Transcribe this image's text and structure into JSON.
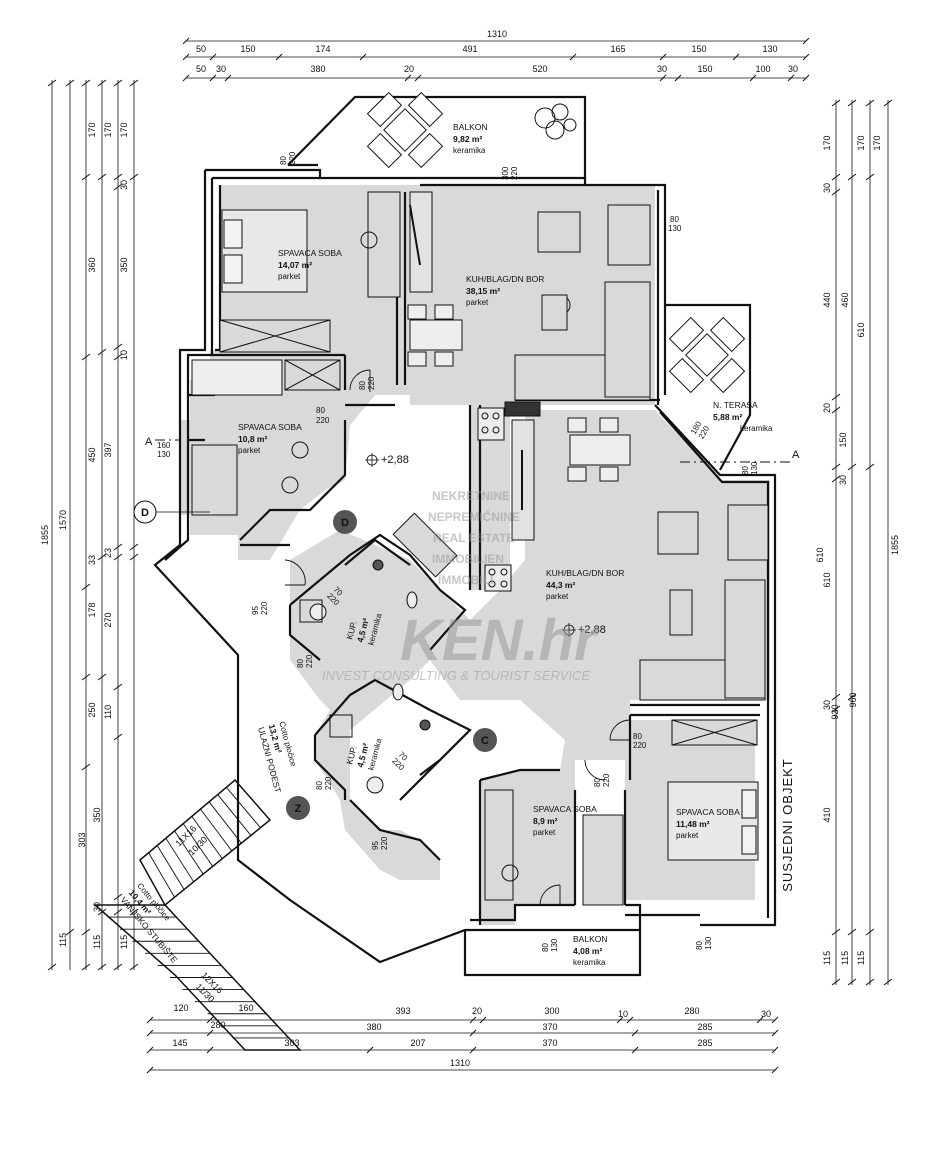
{
  "plan": {
    "overall_top": "1310",
    "overall_bottom": "1310",
    "top_row1": [
      "50",
      "150",
      "174",
      "491",
      "165",
      "150",
      "130"
    ],
    "top_row2": [
      "50",
      "30",
      "380",
      "20",
      "520",
      "30",
      "150",
      "100",
      "30"
    ],
    "bottom_row1": [
      "393",
      "20",
      "300",
      "10",
      "280",
      "30"
    ],
    "bottom_row2": [
      "120",
      "380",
      "370",
      "285"
    ],
    "bottom_row3": [
      "145",
      "303",
      "207",
      "370",
      "285"
    ],
    "stair_dims": [
      "280",
      "160"
    ],
    "left_total_outer": "1855",
    "left_total_inner": "1570",
    "left_chain_a": [
      "170",
      "360",
      "450",
      "178",
      "250",
      "350",
      "115"
    ],
    "left_chain_b": [
      "170",
      "30",
      "350",
      "10",
      "397",
      "33",
      "270",
      "110",
      "303",
      "30",
      "115"
    ],
    "left_chain_c": [
      "170",
      "23",
      "115"
    ],
    "right_total_outer": "1855",
    "right_chain_a": [
      "170",
      "30",
      "440",
      "20",
      "150",
      "30",
      "610",
      "30",
      "410",
      "115"
    ],
    "right_chain_b": [
      "170",
      "460",
      "610",
      "930",
      "115"
    ],
    "right_chain_c": [
      "170",
      "610",
      "960",
      "115"
    ],
    "levels": [
      "+2,88",
      "+2,88"
    ],
    "section_marks": [
      "A",
      "A"
    ],
    "detail_mark": "D",
    "neighbour_label": "SUSJEDNI OBJEKT",
    "stair_label_1": "11X16",
    "stair_label_1b": "10/30",
    "stair_label_2": "12X16",
    "stair_label_2b": "11/30",
    "unit_markers": [
      "D",
      "C",
      "Z"
    ],
    "watermark": {
      "line1": "NEKRETNINE",
      "line2": "NEPREMIČNINE",
      "line3": "REAL ESTATE",
      "line4": "IMMOBILIEN",
      "line5": "IMMOBILI",
      "logo": "KEN.hr",
      "tagline": "INVEST CONSULTING & TOURIST SERVICE"
    }
  },
  "rooms": [
    {
      "name": "BALKON",
      "area": "9,82 m²",
      "floor": "keramika"
    },
    {
      "name": "SPAVACA SOBA",
      "area": "14,07 m²",
      "floor": "parket"
    },
    {
      "name": "KUH/BLAG/DN BOR",
      "area": "38,15 m²",
      "floor": "parket"
    },
    {
      "name": "SPAVACA SOBA",
      "area": "10,8 m²",
      "floor": "parket"
    },
    {
      "name": "N. TERASA",
      "area": "5,88 m²",
      "floor": "keramika"
    },
    {
      "name": "KUH/BLAG/DN BOR",
      "area": "44,3 m²",
      "floor": "parket"
    },
    {
      "name": "KUP.",
      "area": "4,5 m²",
      "floor": "keramika"
    },
    {
      "name": "KUP.",
      "area": "4,5 m²",
      "floor": "keramika"
    },
    {
      "name": "ULAZNI PODEST",
      "area": "13,2 m²",
      "floor": "Cotto pločice"
    },
    {
      "name": "SPAVACA SOBA",
      "area": "8,9 m²",
      "floor": "parket"
    },
    {
      "name": "SPAVACA SOBA",
      "area": "11,48 m²",
      "floor": "parket"
    },
    {
      "name": "BALKON",
      "area": "4,08 m²",
      "floor": "keramika"
    },
    {
      "name": "VANJSKO STUBIŠTE",
      "area": "10,4 m²",
      "floor": "Cotto pločice"
    }
  ],
  "doors": [
    {
      "w": "80",
      "h": "220"
    },
    {
      "w": "300",
      "h": "220"
    },
    {
      "w": "80",
      "h": "130"
    },
    {
      "w": "80",
      "h": "220"
    },
    {
      "w": "80",
      "h": "220"
    },
    {
      "w": "160",
      "h": "130"
    },
    {
      "w": "180",
      "h": "220"
    },
    {
      "w": "80",
      "h": "130"
    },
    {
      "w": "70",
      "h": "220"
    },
    {
      "w": "95",
      "h": "220"
    },
    {
      "w": "80",
      "h": "220"
    },
    {
      "w": "70",
      "h": "220"
    },
    {
      "w": "95",
      "h": "220"
    },
    {
      "w": "80",
      "h": "220"
    },
    {
      "w": "80",
      "h": "220"
    },
    {
      "w": "80",
      "h": "220"
    },
    {
      "w": "80",
      "h": "130"
    },
    {
      "w": "80",
      "h": "130"
    }
  ]
}
